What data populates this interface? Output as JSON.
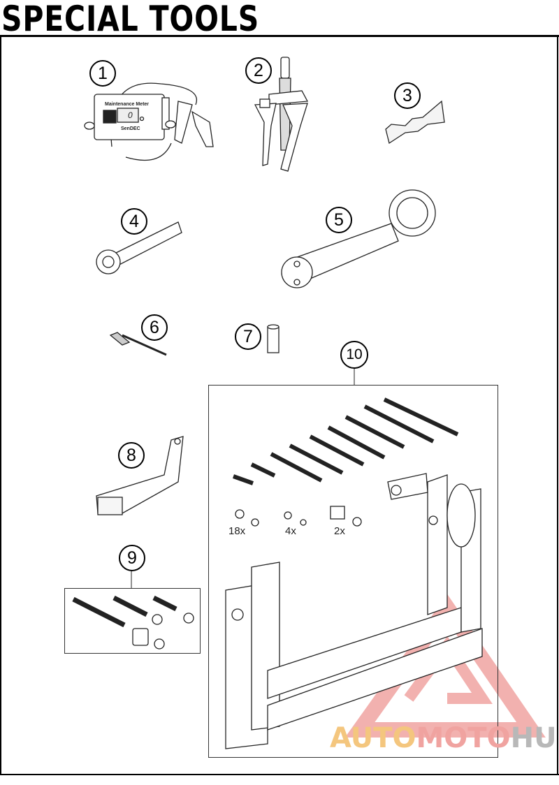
{
  "page": {
    "title": "SPECIAL TOOLS"
  },
  "callouts": [
    "1",
    "2",
    "3",
    "4",
    "5",
    "6",
    "7",
    "8",
    "9",
    "10"
  ],
  "meter": {
    "label": "Maintenance Meter",
    "display": "0",
    "brand": "SenDEC"
  },
  "quantities": {
    "nut_set": "18x",
    "small_nut_set": "4x",
    "plate_set": "2x"
  },
  "watermark": {
    "part1": "AUTO",
    "part2": "MOTO",
    "part3": "HUB",
    "colors": {
      "part1": "#f4c67e",
      "part2": "#f0a3a0",
      "part3": "#b8b8b8",
      "logo": "#e8736e"
    }
  }
}
